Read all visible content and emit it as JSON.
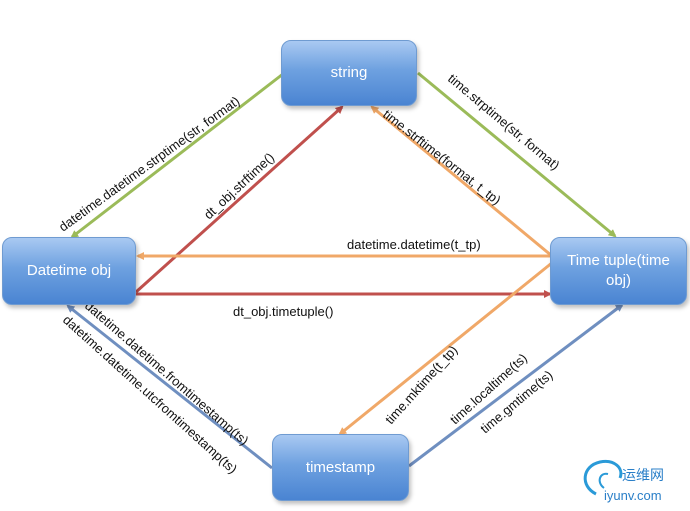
{
  "nodes": {
    "string": "string",
    "datetime_obj": "Datetime obj",
    "time_tuple": "Time tuple(time obj)",
    "timestamp": "timestamp"
  },
  "edges": {
    "strptime_dt": "datetime.datetime.strptime(str, format)",
    "strftime_dt": "dt_obj.strftime()",
    "strftime_time": "time.strftime(format, t_tp)",
    "strptime_time": "time.strptime(str, format)",
    "datetime_from_tuple": "datetime.datetime(t_tp)",
    "timetuple": "dt_obj.timetuple()",
    "mktime": "time.mktime(t_tp)",
    "localtime": "time.localtime(ts)",
    "gmtime": "time.gmtime(ts)",
    "fromtimestamp": "datetime.datetime.fromtimestamp(ts)",
    "utcfromtimestamp": "datetime.datetime.utcfromtimestamp(ts)"
  },
  "colors": {
    "green": "#9bbb59",
    "orange": "#f0a868",
    "red": "#c0504d",
    "blue": "#6f8fc0",
    "node_blue": "#4a84d2"
  },
  "watermark": {
    "brand": "运维网",
    "url": "iyunv.com"
  }
}
